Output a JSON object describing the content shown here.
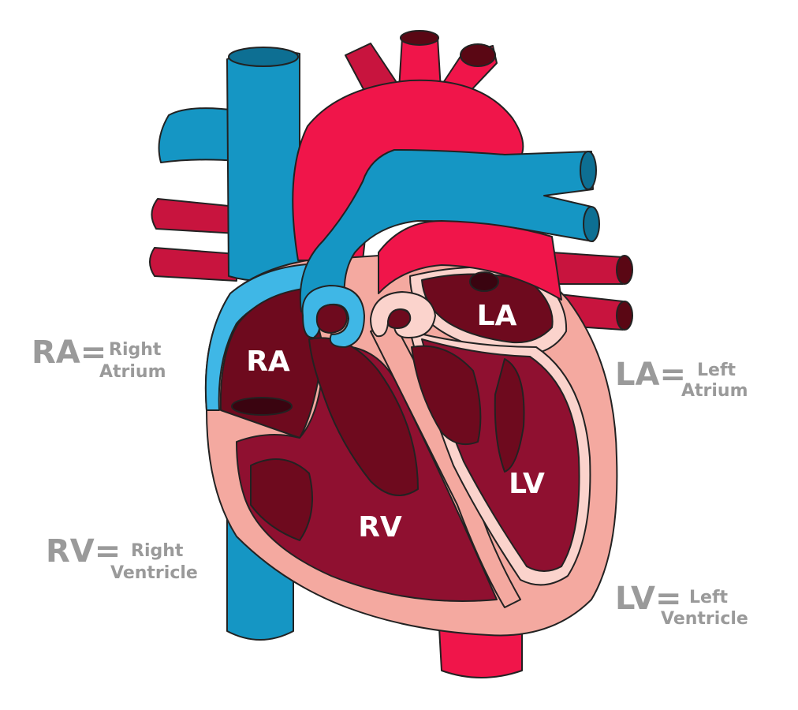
{
  "chambers": {
    "ra": "RA",
    "rv": "RV",
    "la": "LA",
    "lv": "LV"
  },
  "legend": {
    "ra": {
      "abbr": "RA=",
      "line1": "Right",
      "line2": "Atrium"
    },
    "rv": {
      "abbr": "RV=",
      "line1": "Right",
      "line2": "Ventricle"
    },
    "la": {
      "abbr": "LA=",
      "line1": "Left",
      "line2": "Atrium"
    },
    "lv": {
      "abbr": "LV=",
      "line1": "Left",
      "line2": "Ventricle"
    }
  },
  "colors": {
    "deoxygenated_vessel": "#1596c4",
    "oxygenated_vessel": "#f0154a",
    "dark_vessel": "#c8143e",
    "chamber_dark": "#6e0a1e",
    "chamber_mid": "#8f1030",
    "myocardium": "#f4a9a0",
    "label_gray": "#9a9a9a"
  }
}
